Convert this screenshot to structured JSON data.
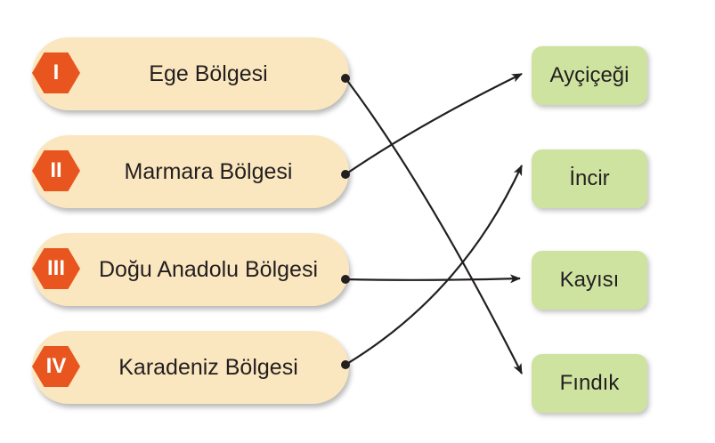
{
  "regions": [
    {
      "roman": "I",
      "label": "Ege Bölgesi"
    },
    {
      "roman": "II",
      "label": "Marmara Bölgesi"
    },
    {
      "roman": "III",
      "label": "Doğu Anadolu Bölgesi"
    },
    {
      "roman": "IV",
      "label": "Karadeniz Bölgesi"
    }
  ],
  "products": [
    {
      "label": "Ayçiçeği"
    },
    {
      "label": "İncir"
    },
    {
      "label": "Kayısı"
    },
    {
      "label": "Fındık"
    }
  ],
  "links": [
    {
      "from": "I",
      "to": "Fındık"
    },
    {
      "from": "II",
      "to": "Ayçiçeği"
    },
    {
      "from": "III",
      "to": "Kayısı"
    },
    {
      "from": "IV",
      "to": "İncir"
    }
  ],
  "colors": {
    "region_fill": "#fbe7bf",
    "badge_fill": "#e8551f",
    "product_fill": "#cfe3a0",
    "line": "#231f20"
  }
}
